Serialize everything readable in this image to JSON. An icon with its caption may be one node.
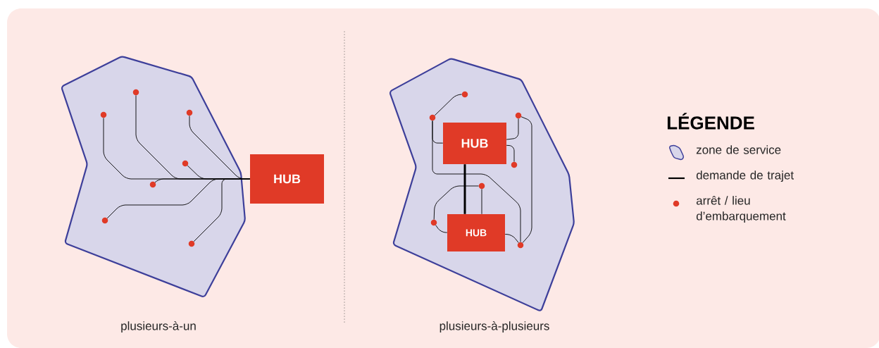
{
  "diagram": {
    "nodes": [
      {
        "text": [],
        "shape": "polygon"
      },
      {
        "text": [],
        "shape": "circle",
        "in": 0
      },
      {
        "text": [],
        "shape": "circle",
        "in": 0
      },
      {
        "text": [],
        "shape": "circle",
        "in": 0
      },
      {
        "text": [],
        "shape": "circle",
        "in": 0
      },
      {
        "text": [],
        "shape": "circle",
        "in": 0
      },
      {
        "text": [],
        "shape": "circle",
        "in": 0
      },
      {
        "text": [],
        "shape": "circle",
        "in": 0
      },
      {
        "text": [
          "HUB"
        ]
      },
      {
        "text": [],
        "shape": "polygon"
      },
      {
        "text": [],
        "shape": "circle",
        "in": 9
      },
      {
        "text": [],
        "shape": "circle",
        "in": 9
      },
      {
        "text": [],
        "shape": "circle",
        "in": 9
      },
      {
        "text": [
          "HUB"
        ],
        "in": 9
      },
      {
        "text": [],
        "shape": "circle",
        "in": 9
      },
      {
        "text": [],
        "shape": "circle",
        "in": 9
      },
      {
        "text": [
          "HUB"
        ],
        "in": 9
      },
      {
        "text": [],
        "shape": "circle",
        "in": 9
      },
      {
        "text": [],
        "shape": "circle",
        "in": 9
      }
    ],
    "edges": [
      {
        "from": 1,
        "to": 8,
        "arrow": "none"
      },
      {
        "from": 2,
        "to": 8,
        "arrow": "none"
      },
      {
        "from": 3,
        "to": 8,
        "arrow": "none"
      },
      {
        "from": 4,
        "to": 8,
        "arrow": "none"
      },
      {
        "from": 5,
        "to": 8,
        "arrow": "none"
      },
      {
        "from": 6,
        "to": 8,
        "arrow": "none"
      },
      {
        "from": 7,
        "to": 8,
        "arrow": "none"
      },
      {
        "from": 10,
        "to": 11,
        "arrow": "none"
      },
      {
        "from": 11,
        "to": 13,
        "arrow": "none"
      },
      {
        "from": 11,
        "to": 18,
        "arrow": "none"
      },
      {
        "from": 13,
        "to": 12,
        "arrow": "none"
      },
      {
        "from": 13,
        "to": 14,
        "arrow": "none"
      },
      {
        "from": 12,
        "to": 18,
        "arrow": "none"
      },
      {
        "from": 13,
        "to": 16,
        "arrow": "none",
        "style": "thick"
      },
      {
        "from": 15,
        "to": 16,
        "arrow": "none"
      },
      {
        "from": 15,
        "to": 17,
        "arrow": "none"
      },
      {
        "from": 17,
        "to": 16,
        "arrow": "none"
      },
      {
        "from": 16,
        "to": 18,
        "arrow": "none"
      }
    ],
    "labels": [
      "plusieurs-à-un",
      "plusieurs-à-plusieurs",
      "LÉGENDE"
    ],
    "legend": [
      {
        "text": "zone de service"
      },
      {
        "text": "demande de trajet"
      },
      {
        "text": "arrêt / lieu d’embarquement",
        "color": "#e03a27"
      }
    ]
  }
}
